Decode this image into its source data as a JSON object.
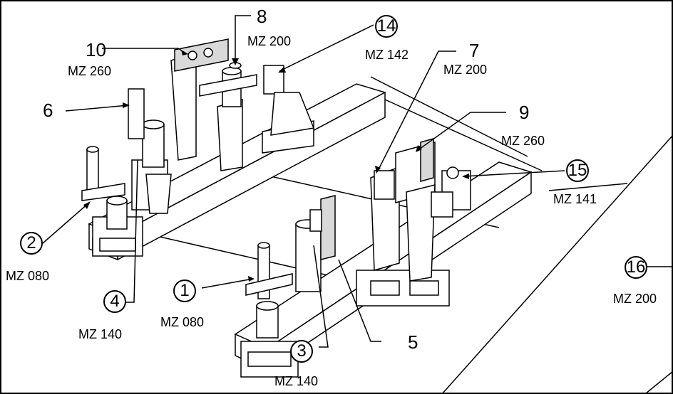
{
  "callouts": [
    {
      "id": "c1",
      "number": "1",
      "code": "MZ 080",
      "circled": true
    },
    {
      "id": "c2",
      "number": "2",
      "code": "MZ 080",
      "circled": true
    },
    {
      "id": "c3",
      "number": "3",
      "code": "MZ 140",
      "circled": true
    },
    {
      "id": "c4",
      "number": "4",
      "code": "MZ 140",
      "circled": true
    },
    {
      "id": "c5",
      "number": "5",
      "code": "",
      "circled": false
    },
    {
      "id": "c6",
      "number": "6",
      "code": "",
      "circled": false
    },
    {
      "id": "c7",
      "number": "7",
      "code": "MZ 200",
      "circled": false
    },
    {
      "id": "c8",
      "number": "8",
      "code": "MZ 200",
      "circled": false
    },
    {
      "id": "c9",
      "number": "9",
      "code": "MZ 260",
      "circled": false
    },
    {
      "id": "c10",
      "number": "10",
      "code": "MZ 260",
      "circled": false
    },
    {
      "id": "c14",
      "number": "14",
      "code": "MZ 142",
      "circled": true
    },
    {
      "id": "c15",
      "number": "15",
      "code": "MZ 141",
      "circled": true
    },
    {
      "id": "c16",
      "number": "16",
      "code": "MZ 200",
      "circled": true
    }
  ],
  "colors": {
    "ink": "#000000",
    "paper": "#ffffff",
    "shade": "#d9d9d9"
  }
}
